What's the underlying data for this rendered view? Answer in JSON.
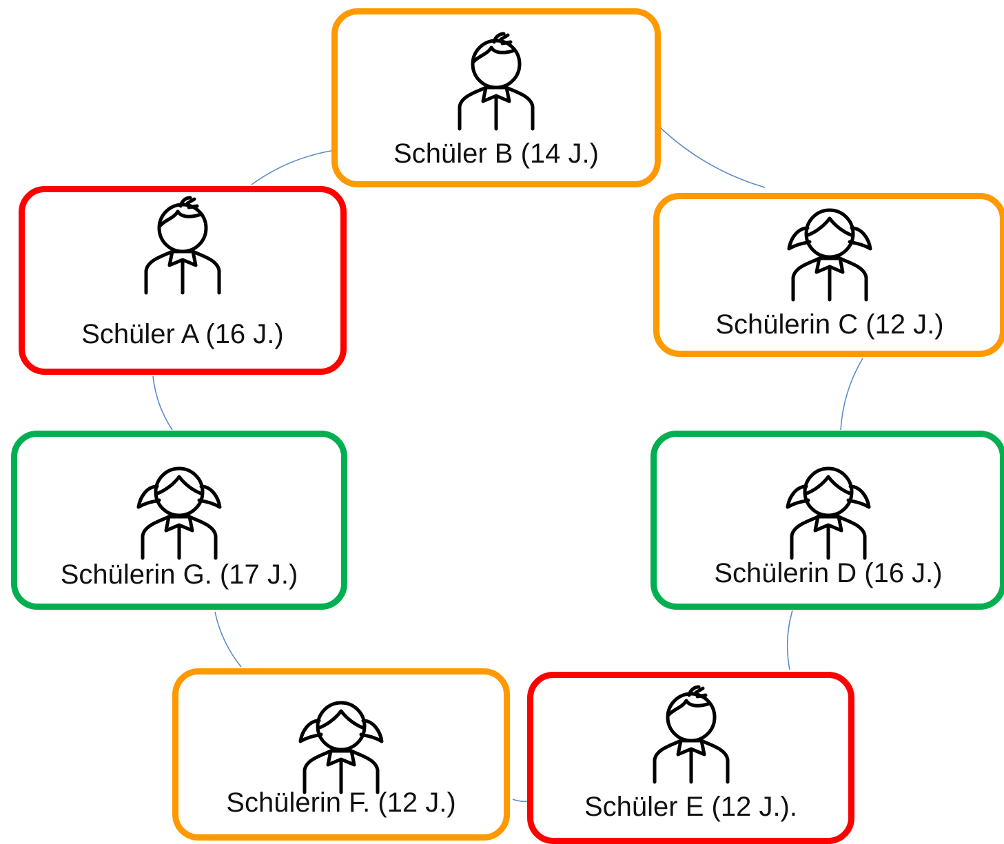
{
  "colors": {
    "red": "#ff0000",
    "orange": "#ff9900",
    "green": "#00b050",
    "connector": "#5b8cc8",
    "figure": "#000000"
  },
  "nodes": [
    {
      "id": "b",
      "label": "Schüler B (14 J.)",
      "figure": "boy",
      "color": "orange"
    },
    {
      "id": "a",
      "label": "Schüler A (16 J.)",
      "figure": "boy",
      "color": "red"
    },
    {
      "id": "c",
      "label": "Schülerin C (12 J.)",
      "figure": "girl",
      "color": "orange"
    },
    {
      "id": "g",
      "label": "Schülerin G. (17 J.)",
      "figure": "girl",
      "color": "green"
    },
    {
      "id": "d",
      "label": "Schülerin D (16 J.)",
      "figure": "girl",
      "color": "green"
    },
    {
      "id": "f",
      "label": "Schülerin F. (12 J.)",
      "figure": "girl",
      "color": "orange"
    },
    {
      "id": "e",
      "label": "Schüler E (12 J.).",
      "figure": "boy",
      "color": "red"
    }
  ],
  "links": [
    [
      "b",
      "a"
    ],
    [
      "b",
      "c"
    ],
    [
      "a",
      "g"
    ],
    [
      "c",
      "d"
    ],
    [
      "g",
      "f"
    ],
    [
      "d",
      "e"
    ],
    [
      "f",
      "e"
    ]
  ]
}
